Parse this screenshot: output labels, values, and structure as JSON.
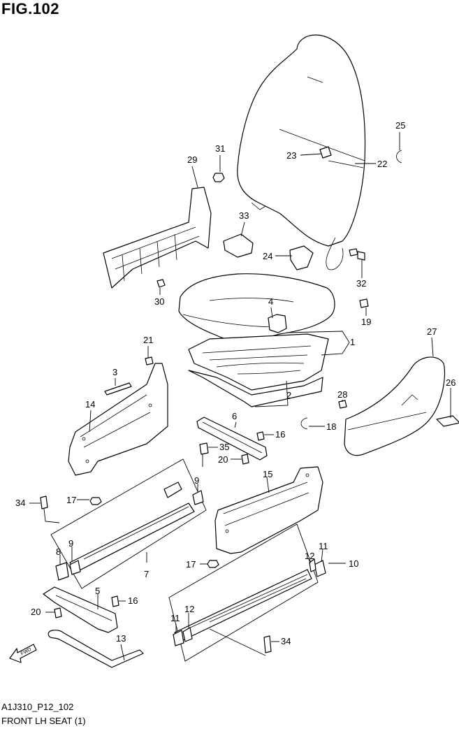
{
  "figure": {
    "title": "FIG.102",
    "code": "A1J310_P12_102",
    "caption": "FRONT LH SEAT (1)",
    "fwd_marker": "FWD"
  },
  "callouts": [
    {
      "id": "c25",
      "text": "25"
    },
    {
      "id": "c31",
      "text": "31"
    },
    {
      "id": "c23",
      "text": "23"
    },
    {
      "id": "c22",
      "text": "22"
    },
    {
      "id": "c29",
      "text": "29"
    },
    {
      "id": "c33",
      "text": "33"
    },
    {
      "id": "c24",
      "text": "24"
    },
    {
      "id": "c32",
      "text": "32"
    },
    {
      "id": "c30",
      "text": "30"
    },
    {
      "id": "c4",
      "text": "4"
    },
    {
      "id": "c19",
      "text": "19"
    },
    {
      "id": "c1",
      "text": "1"
    },
    {
      "id": "c21",
      "text": "21"
    },
    {
      "id": "c27",
      "text": "27"
    },
    {
      "id": "c3",
      "text": "3"
    },
    {
      "id": "c26",
      "text": "26"
    },
    {
      "id": "c14",
      "text": "14"
    },
    {
      "id": "c2",
      "text": "2"
    },
    {
      "id": "c28",
      "text": "28"
    },
    {
      "id": "c6",
      "text": "6"
    },
    {
      "id": "c18",
      "text": "18"
    },
    {
      "id": "c16a",
      "text": "16"
    },
    {
      "id": "c35",
      "text": "35"
    },
    {
      "id": "c20a",
      "text": "20"
    },
    {
      "id": "c15",
      "text": "15"
    },
    {
      "id": "c9a",
      "text": "9"
    },
    {
      "id": "c34a",
      "text": "34"
    },
    {
      "id": "c17a",
      "text": "17"
    },
    {
      "id": "c9b",
      "text": "9"
    },
    {
      "id": "c8",
      "text": "8"
    },
    {
      "id": "c7",
      "text": "7"
    },
    {
      "id": "c11a",
      "text": "11"
    },
    {
      "id": "c17b",
      "text": "17"
    },
    {
      "id": "c12a",
      "text": "12"
    },
    {
      "id": "c10",
      "text": "10"
    },
    {
      "id": "c5",
      "text": "5"
    },
    {
      "id": "c16b",
      "text": "16"
    },
    {
      "id": "c20b",
      "text": "20"
    },
    {
      "id": "c12b",
      "text": "12"
    },
    {
      "id": "c11b",
      "text": "11"
    },
    {
      "id": "c13",
      "text": "13"
    },
    {
      "id": "c34b",
      "text": "34"
    }
  ]
}
